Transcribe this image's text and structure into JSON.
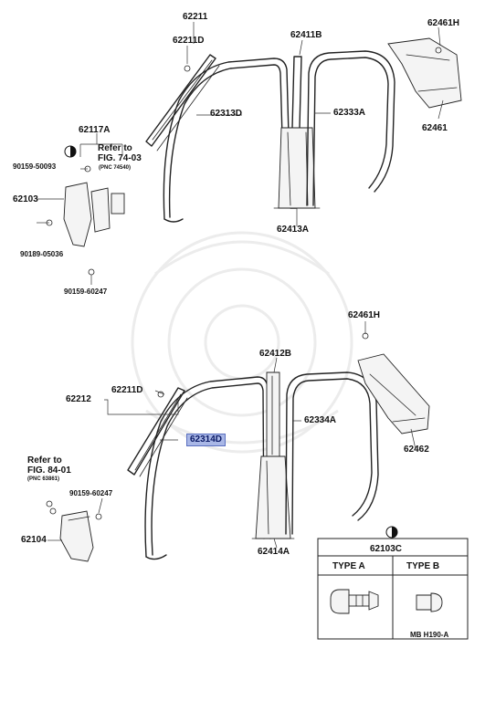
{
  "top_group": {
    "labels": [
      {
        "key": "p62211",
        "text": "62211"
      },
      {
        "key": "p62211D",
        "text": "62211D"
      },
      {
        "key": "p62411B",
        "text": "62411B"
      },
      {
        "key": "p62461H",
        "text": "62461H"
      },
      {
        "key": "p62313D",
        "text": "62313D"
      },
      {
        "key": "p62333A",
        "text": "62333A"
      },
      {
        "key": "p62461",
        "text": "62461"
      },
      {
        "key": "p62117A",
        "text": "62117A"
      },
      {
        "key": "p90159_50093",
        "text": "90159-50093"
      },
      {
        "key": "p62103",
        "text": "62103"
      },
      {
        "key": "p90189_05036",
        "text": "90189-05036"
      },
      {
        "key": "p90159_60247",
        "text": "90159-60247"
      },
      {
        "key": "p62413A",
        "text": "62413A"
      }
    ],
    "refer": {
      "line1": "Refer to",
      "line2": "FIG. 74-03",
      "line3": "(PNC 74540)"
    }
  },
  "bottom_group": {
    "labels": [
      {
        "key": "q62461H",
        "text": "62461H"
      },
      {
        "key": "q62412B",
        "text": "62412B"
      },
      {
        "key": "q62211D",
        "text": "62211D"
      },
      {
        "key": "q62212",
        "text": "62212"
      },
      {
        "key": "q62334A",
        "text": "62334A"
      },
      {
        "key": "q62462",
        "text": "62462"
      },
      {
        "key": "q90159_60247",
        "text": "90159-60247"
      },
      {
        "key": "q62104",
        "text": "62104"
      },
      {
        "key": "q62414A",
        "text": "62414A"
      }
    ],
    "highlighted": "62314D",
    "refer": {
      "line1": "Refer to",
      "line2": "FIG. 84-01",
      "line3": "(PNC 63861)"
    }
  },
  "clip_table": {
    "part": "62103C",
    "type_a": "TYPE A",
    "type_b": "TYPE B"
  },
  "footer_code": "MB  H190-A",
  "colors": {
    "highlight_fill": "#a9b7e6",
    "highlight_border": "#5a6fc0",
    "line": "#222222"
  },
  "icons": [
    "half-circle-symbol-icon"
  ]
}
